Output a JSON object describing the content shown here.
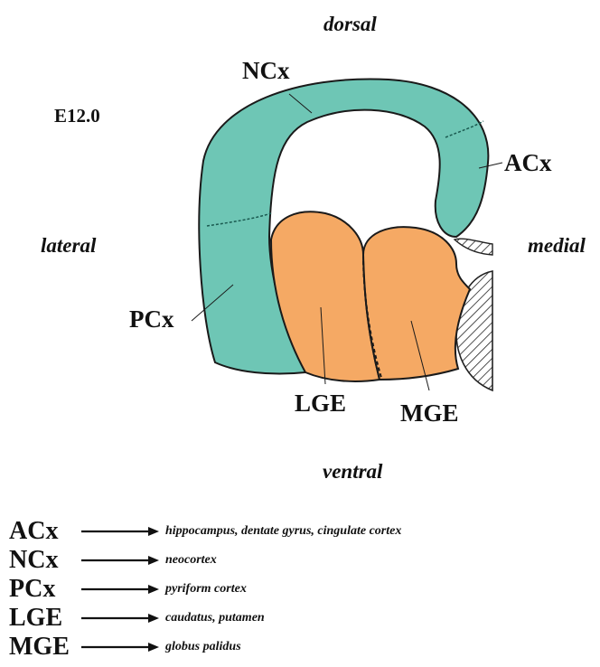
{
  "orientation": {
    "top": "dorsal",
    "bottom": "ventral",
    "left": "lateral",
    "right": "medial"
  },
  "stage": "E12.0",
  "regions": {
    "ncx": "NCx",
    "acx": "ACx",
    "pcx": "PCx",
    "lge": "LGE",
    "mge": "MGE"
  },
  "colors": {
    "cortex_fill": "#6ec6b5",
    "eminence_fill": "#f5a964",
    "outline": "#1a1a1a"
  },
  "legend": [
    {
      "key": "ACx",
      "target": "hippocampus, dentate gyrus, cingulate cortex"
    },
    {
      "key": "NCx",
      "target": "neocortex"
    },
    {
      "key": "PCx",
      "target": "pyriform cortex"
    },
    {
      "key": "LGE",
      "target": "caudatus, putamen"
    },
    {
      "key": "MGE",
      "target": "globus palidus"
    }
  ]
}
